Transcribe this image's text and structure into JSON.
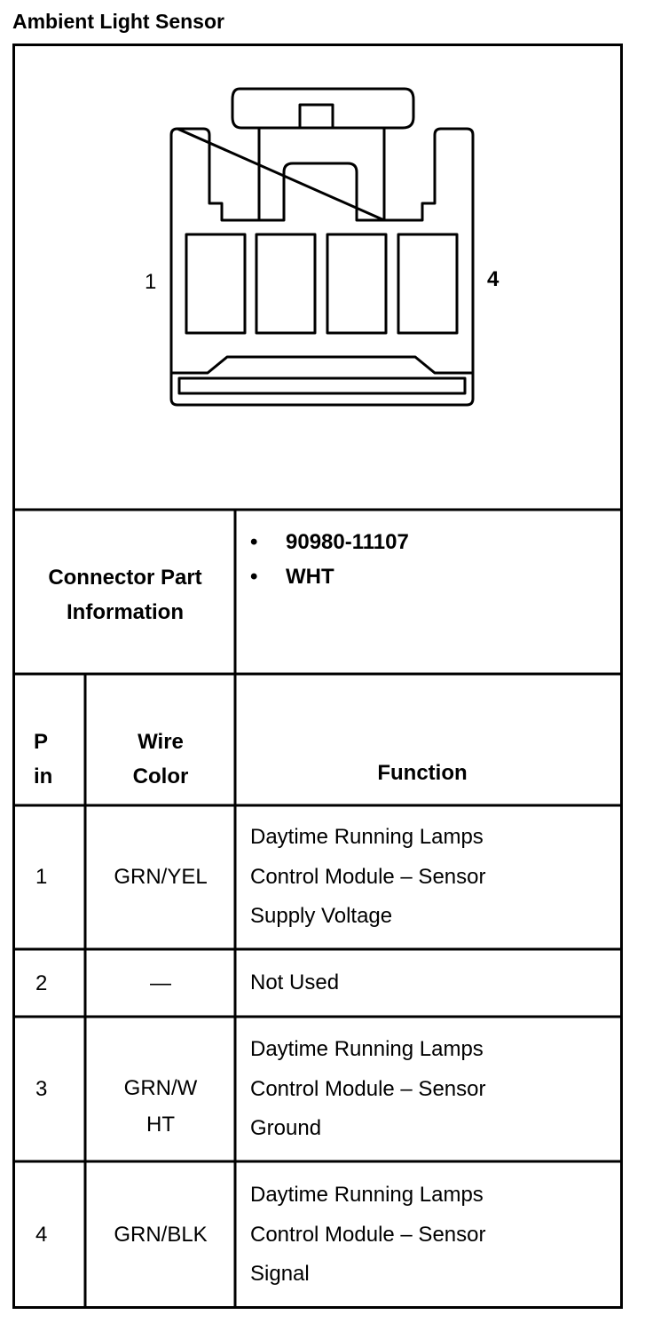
{
  "title": "Ambient Light Sensor",
  "connector": {
    "pin_left_label": "1",
    "pin_right_label": "4",
    "cavity_count": 4
  },
  "connector_info": {
    "header_line1": "Connector Part",
    "header_line2": "Information",
    "items": [
      "90980-11107",
      "WHT"
    ],
    "bullet": "•"
  },
  "table": {
    "headers": {
      "pin_line1": "P",
      "pin_line2": "in",
      "wire_line1": "Wire",
      "wire_line2": "Color",
      "function": "Function"
    },
    "rows": [
      {
        "pin": "1",
        "wire_lines": [
          "GRN/YEL"
        ],
        "function_lines": [
          "Daytime Running Lamps",
          "Control Module – Sensor",
          "Supply Voltage"
        ]
      },
      {
        "pin": "2",
        "wire_lines": [
          "—"
        ],
        "function_lines": [
          "Not Used"
        ]
      },
      {
        "pin": "3",
        "wire_lines": [
          "GRN/W",
          "HT"
        ],
        "function_lines": [
          "Daytime Running Lamps",
          "Control Module – Sensor",
          "Ground"
        ]
      },
      {
        "pin": "4",
        "wire_lines": [
          "GRN/BLK"
        ],
        "function_lines": [
          "Daytime Running Lamps",
          "Control Module – Sensor",
          "Signal"
        ]
      }
    ]
  }
}
